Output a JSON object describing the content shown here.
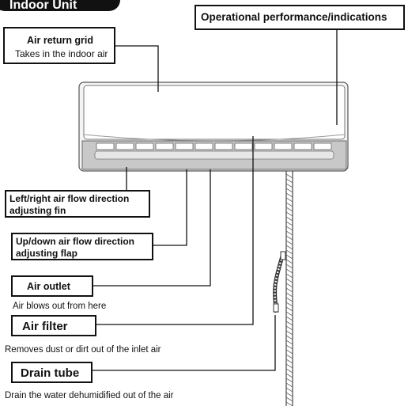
{
  "section_title": "Indoor Unit",
  "labels": {
    "operational": "Operational performance/indications",
    "air_return_title": "Air return grid",
    "air_return_desc": "Takes in the indoor air",
    "lr_fin_line1": "Left/right air flow direction",
    "lr_fin_line2": "adjusting fin",
    "ud_flap_line1": "Up/down air flow direction",
    "ud_flap_line2": "adjusting flap",
    "air_outlet": "Air outlet",
    "air_outlet_desc": "Air blows out from here",
    "air_filter": "Air filter",
    "air_filter_desc": "Removes dust or dirt out of the inlet air",
    "drain_tube": "Drain tube",
    "drain_tube_desc": "Drain the water dehumidified out of the air"
  }
}
